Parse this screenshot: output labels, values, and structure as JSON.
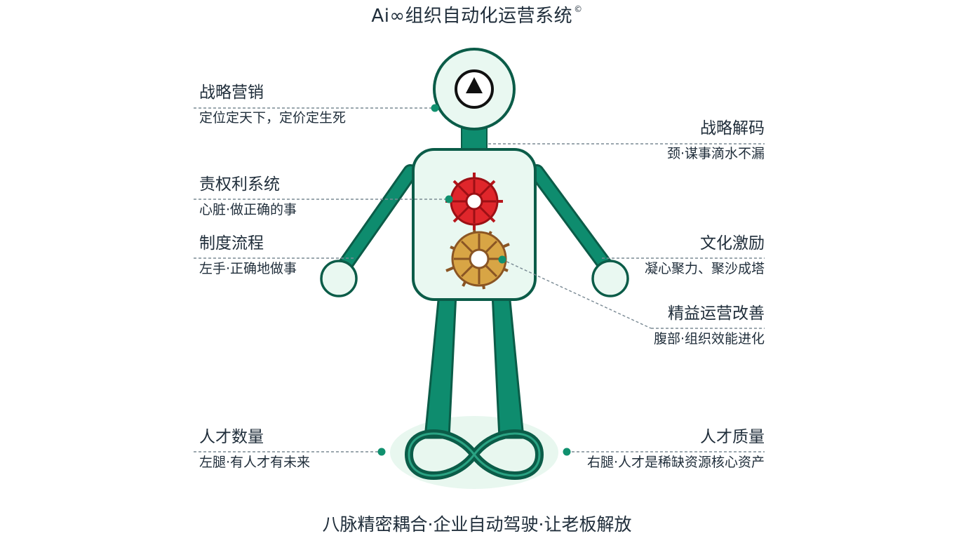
{
  "title": "Ai∞组织自动化运营系统",
  "title_mark": "©",
  "footer": "八脉精密耦合·企业自动驾驶·让老板解放",
  "colors": {
    "body_green": "#0e8c6e",
    "outline": "#0b5c48",
    "panel_fill": "#e9f8f1",
    "heart_gear": "#e0262b",
    "belly_gear": "#d8a545",
    "belly_gear_spokes": "#8a5524"
  },
  "labels": [
    {
      "title": "战略营销",
      "subtitle": "定位定天下，定价定生死",
      "side": "left"
    },
    {
      "title": "战略解码",
      "subtitle": "颈·谋事滴水不漏",
      "side": "right"
    },
    {
      "title": "责权利系统",
      "subtitle": "心脏·做正确的事",
      "side": "left"
    },
    {
      "title": "制度流程",
      "subtitle": "左手·正确地做事",
      "side": "left"
    },
    {
      "title": "文化激励",
      "subtitle": "凝心聚力、聚沙成塔",
      "side": "right"
    },
    {
      "title": "精益运营改善",
      "subtitle": "腹部·组织效能进化",
      "side": "right"
    },
    {
      "title": "人才数量",
      "subtitle": "左腿·有人才有未来",
      "side": "left"
    },
    {
      "title": "人才质量",
      "subtitle": "右腿·人才是稀缺资源核心资产",
      "side": "right"
    }
  ],
  "icons": [
    "compass-triangle-icon",
    "heart-gear-icon",
    "belly-gear-icon",
    "infinity-icon"
  ]
}
